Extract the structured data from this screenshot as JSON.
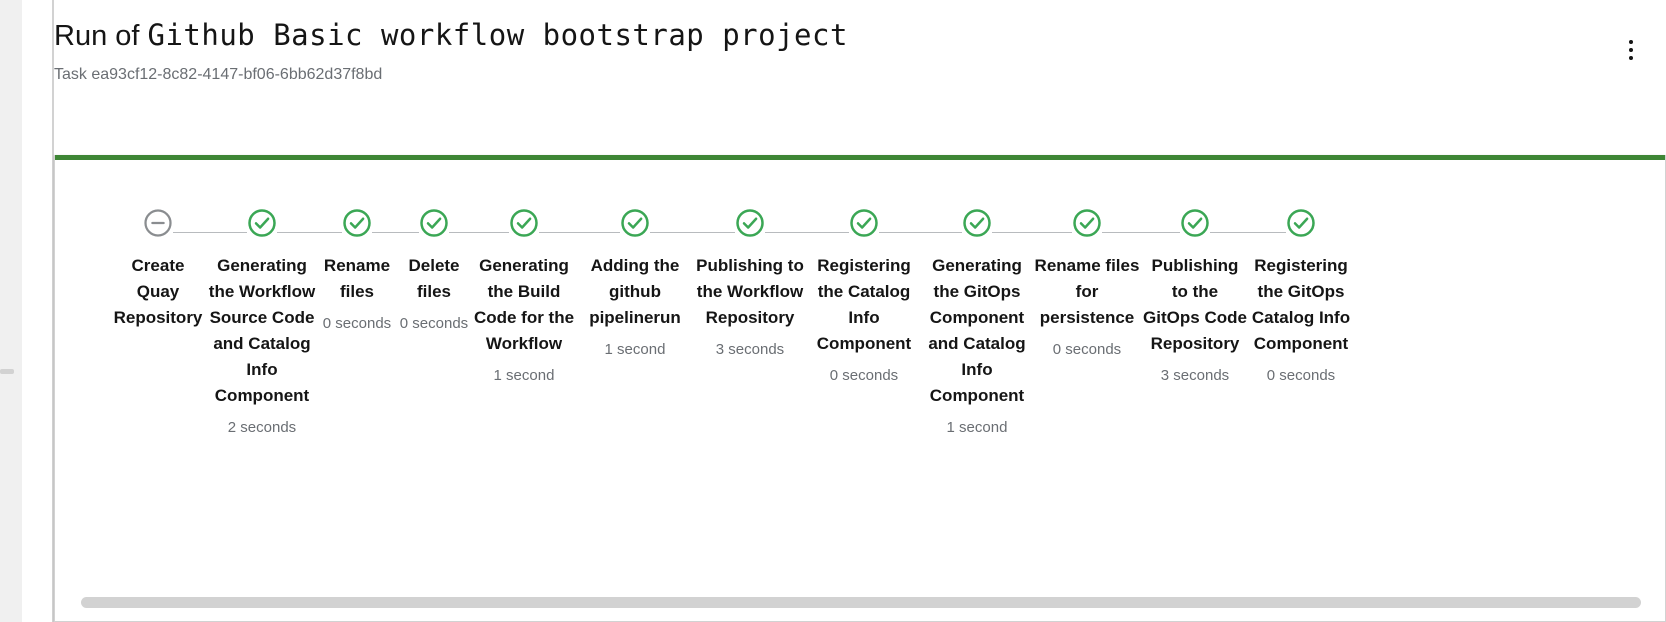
{
  "header": {
    "title_prefix": "Run of ",
    "title_main": "Github Basic workflow bootstrap project",
    "subtitle": "Task ea93cf12-8c82-4147-bf06-6bb62d37f8bd",
    "kebab_menu": "actions-menu"
  },
  "card": {
    "accent_color": "#3e8635",
    "status": "success"
  },
  "colors": {
    "accent_green": "#3e8635",
    "check_green": "#3ba755",
    "skipped_grey": "#8a8d90",
    "connector_grey": "#b8bbbe",
    "text_dark": "#151515",
    "text_muted": "#6a6e73",
    "scrollbar": "#d2d2d2"
  },
  "stepper": {
    "steps": [
      {
        "label": "Create Quay Repository",
        "duration": "",
        "status": "skipped",
        "icon": "minus-circle-icon",
        "width": 96
      },
      {
        "label": "Generating the Workflow Source Code and Catalog Info Component",
        "duration": "2 seconds",
        "status": "success",
        "icon": "check-circle-icon",
        "width": 112
      },
      {
        "label": "Rename files",
        "duration": "0 seconds",
        "status": "success",
        "icon": "check-circle-icon",
        "width": 78
      },
      {
        "label": "Delete files",
        "duration": "0 seconds",
        "status": "success",
        "icon": "check-circle-icon",
        "width": 76
      },
      {
        "label": "Generating the Build Code for the Workflow",
        "duration": "1 second",
        "status": "success",
        "icon": "check-circle-icon",
        "width": 104
      },
      {
        "label": "Adding the github pipelinerun",
        "duration": "1 second",
        "status": "success",
        "icon": "check-circle-icon",
        "width": 118
      },
      {
        "label": "Publishing to the Workflow Repository",
        "duration": "3 seconds",
        "status": "success",
        "icon": "check-circle-icon",
        "width": 112
      },
      {
        "label": "Registering the Catalog Info Component",
        "duration": "0 seconds",
        "status": "success",
        "icon": "check-circle-icon",
        "width": 116
      },
      {
        "label": "Generating the GitOps Component and Catalog Info Component",
        "duration": "1 second",
        "status": "success",
        "icon": "check-circle-icon",
        "width": 110
      },
      {
        "label": "Rename files for persistence",
        "duration": "0 seconds",
        "status": "success",
        "icon": "check-circle-icon",
        "width": 110
      },
      {
        "label": "Publishing to the GitOps Code Repository",
        "duration": "3 seconds",
        "status": "success",
        "icon": "check-circle-icon",
        "width": 106
      },
      {
        "label": "Registering the GitOps Catalog Info Component",
        "duration": "0 seconds",
        "status": "success",
        "icon": "check-circle-icon",
        "width": 106
      }
    ]
  },
  "scrollbar": {
    "orientation": "horizontal",
    "name": "card-horizontal-scrollbar"
  }
}
